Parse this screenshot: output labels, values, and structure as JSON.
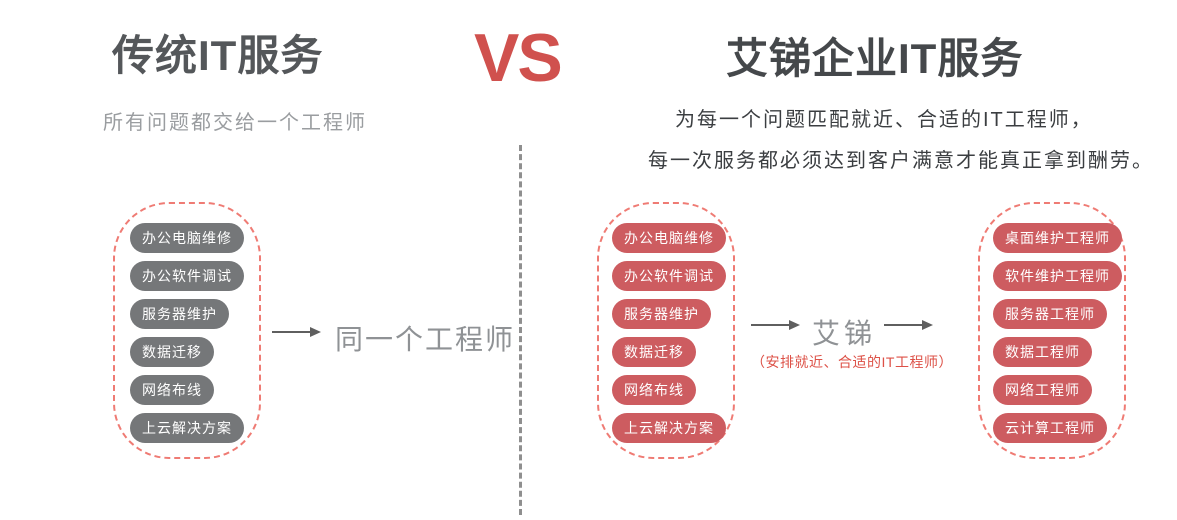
{
  "vs_label": "VS",
  "left": {
    "title": "传统IT服务",
    "subtitle": "所有问题都交给一个工程师",
    "services": [
      "办公电脑维修",
      "办公软件调试",
      "服务器维护",
      "数据迁移",
      "网络布线",
      "上云解决方案"
    ],
    "arrow_label": "同一个工程师"
  },
  "right": {
    "title": "艾锑企业IT服务",
    "subtitle_line1": "为每一个问题匹配就近、合适的IT工程师，",
    "subtitle_line2": "每一次服务都必须达到客户满意才能真正拿到酬劳。",
    "services": [
      "办公电脑维修",
      "办公软件调试",
      "服务器维护",
      "数据迁移",
      "网络布线",
      "上云解决方案"
    ],
    "broker": "艾锑",
    "broker_note": "（安排就近、合适的IT工程师）",
    "engineers": [
      "桌面维护工程师",
      "软件维护工程师",
      "服务器工程师",
      "数据工程师",
      "网络工程师",
      "云计算工程师"
    ]
  },
  "colors": {
    "vs_red": "#d0514e",
    "pill_gray": "#757779",
    "pill_red": "#cd5c60",
    "box_border_red": "#ef7b74",
    "note_red": "#dd5147",
    "divider_gray": "#8f8f8f",
    "title_dark": "#45484b",
    "muted_gray_text": "#8f9295"
  }
}
